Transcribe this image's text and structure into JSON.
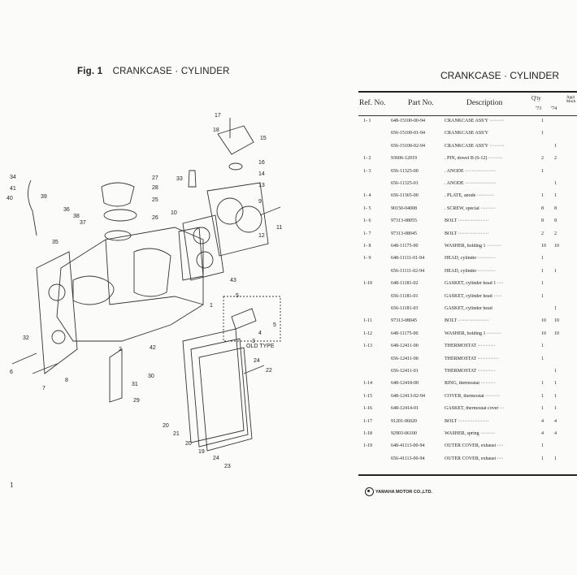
{
  "left_page": {
    "fig_label": "Fig. 1",
    "fig_title": "CRANKCASE · CYLINDER",
    "page_number": "1",
    "callouts": {
      "c17": "17",
      "c18": "18",
      "c15": "15",
      "c16": "16",
      "c14": "14",
      "c13": "13",
      "c9": "9",
      "c34": "34",
      "c41": "41",
      "c40": "40",
      "c27": "27",
      "c28": "28",
      "c33": "33",
      "c25": "25",
      "c26": "26",
      "c10": "10",
      "c12": "12",
      "c11": "11",
      "c39": "39",
      "c36": "36",
      "c38": "38",
      "c37": "37",
      "c35": "35",
      "c43": "43",
      "c5a": "5",
      "c5b": "5",
      "c1": "1",
      "c4": "4",
      "c3": "3",
      "c2": "2",
      "c42": "42",
      "c32": "32",
      "c6": "6",
      "c7": "7",
      "c8": "8",
      "c31": "31",
      "c30": "30",
      "c29": "29",
      "c24a": "24",
      "c24b": "24",
      "c22": "22",
      "c20a": "20",
      "c20b": "20",
      "c21": "21",
      "c19": "19",
      "c23": "23"
    },
    "old_type_label": "OLD TYPE"
  },
  "right_page": {
    "title": "CRANKCASE · CYLINDER",
    "headers": {
      "ref": "Ref. No.",
      "part": "Part No.",
      "desc": "Description",
      "qty": "Q'ty",
      "yr73": "'73",
      "yr74": "'74",
      "appl1": "Appl",
      "appl2": "Mach"
    },
    "rows": [
      {
        "ref": "1- 1",
        "part": "648-15100-00-94",
        "desc": "CRANKCASE ASS'Y ·········",
        "q73": "1",
        "q74": ""
      },
      {
        "ref": "",
        "part": "656-15100-01-94",
        "desc": "CRANKCASE ASS'Y",
        "q73": "1",
        "q74": ""
      },
      {
        "ref": "",
        "part": "656-15100-02-94",
        "desc": "CRANKCASE ASS'Y ·········",
        "q73": "",
        "q74": "1"
      },
      {
        "ref": "1- 2",
        "part": "93606-12019",
        "desc": ". PIN, dowel B (6-12) ·········",
        "q73": "2",
        "q74": "2"
      },
      {
        "ref": "1- 3",
        "part": "656-11325-00",
        "desc": ". ANODE ···················",
        "q73": "1",
        "q74": ""
      },
      {
        "ref": "",
        "part": "656-11325-01",
        "desc": ". ANODE ···················",
        "q73": "",
        "q74": "1"
      },
      {
        "ref": "1- 4",
        "part": "656-11365-00",
        "desc": ". PLATE, anode ···········",
        "q73": "1",
        "q74": "1"
      },
      {
        "ref": "1- 5",
        "part": "90150-04008",
        "desc": ". SCREW, special ·········",
        "q73": "8",
        "q74": "8"
      },
      {
        "ref": "1- 6",
        "part": "97313-08055",
        "desc": "BOLT ···················",
        "q73": "8",
        "q74": "8"
      },
      {
        "ref": "1- 7",
        "part": "97313-08045",
        "desc": "BOLT ···················",
        "q73": "2",
        "q74": "2"
      },
      {
        "ref": "1- 8",
        "part": "648-11175-00",
        "desc": "WASHER, holding 1 ·········",
        "q73": "10",
        "q74": "10"
      },
      {
        "ref": "1- 9",
        "part": "648-11111-01-94",
        "desc": "HEAD, cylinder ···········",
        "q73": "1",
        "q74": ""
      },
      {
        "ref": "",
        "part": "656-11111-02-94",
        "desc": "HEAD, cylinder ···········",
        "q73": "1",
        "q74": "1"
      },
      {
        "ref": "1-10",
        "part": "648-11181-02",
        "desc": "GASKET, cylinder head 1 ····",
        "q73": "1",
        "q74": ""
      },
      {
        "ref": "",
        "part": "656-11181-01",
        "desc": "GASKET, cylinder head ·····",
        "q73": "1",
        "q74": ""
      },
      {
        "ref": "",
        "part": "656-11181-03",
        "desc": "GASKET, cylinder head",
        "q73": "",
        "q74": "1"
      },
      {
        "ref": "1-11",
        "part": "97313-08045",
        "desc": "BOLT ···················",
        "q73": "10",
        "q74": "10"
      },
      {
        "ref": "1-12",
        "part": "648-11175-00",
        "desc": "WASHER, holding 1 ·········",
        "q73": "10",
        "q74": "10"
      },
      {
        "ref": "1-13",
        "part": "648-12411-00",
        "desc": "THERMOSTAT ···········",
        "q73": "1",
        "q74": ""
      },
      {
        "ref": "",
        "part": "656-12411-00",
        "desc": "THERMOSTAT ·············",
        "q73": "1",
        "q74": ""
      },
      {
        "ref": "",
        "part": "656-12411-01",
        "desc": "THERMOSTAT ···········",
        "q73": "",
        "q74": "1"
      },
      {
        "ref": "1-14",
        "part": "648-12418-00",
        "desc": "RING, thermostat ·········",
        "q73": "1",
        "q74": "1"
      },
      {
        "ref": "1-15",
        "part": "648-12413-02-94",
        "desc": "COVER, thermostat ·········",
        "q73": "1",
        "q74": "1"
      },
      {
        "ref": "1-16",
        "part": "648-12414-01",
        "desc": "GASKET, thermostat cover ···",
        "q73": "1",
        "q74": "1"
      },
      {
        "ref": "1-17",
        "part": "91201-06020",
        "desc": "BOLT ···················",
        "q73": "4",
        "q74": "4"
      },
      {
        "ref": "1-18",
        "part": "92903-06100",
        "desc": "WASHER, spring ·········",
        "q73": "4",
        "q74": "4"
      },
      {
        "ref": "1-19",
        "part": "648-41113-00-94",
        "desc": "OUTER COVER, exhaust ····",
        "q73": "1",
        "q74": ""
      },
      {
        "ref": "",
        "part": "656-41113-00-94",
        "desc": "OUTER COVER, exhaust ····",
        "q73": "1",
        "q74": "1"
      }
    ],
    "footer": "YAMAHA MOTOR CO.,LTD."
  }
}
